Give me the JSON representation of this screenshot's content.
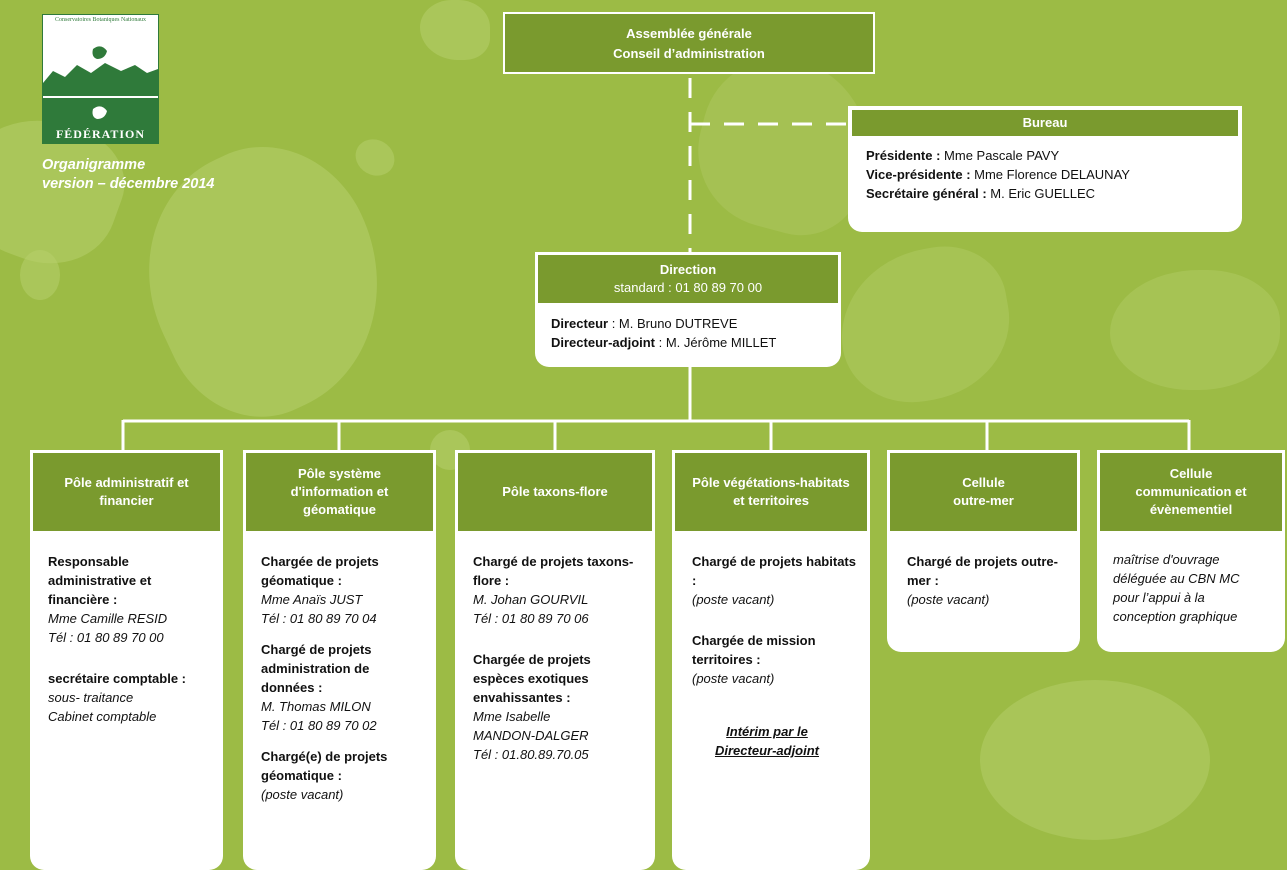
{
  "logo": {
    "top_text": "Conservatoires Botaniques Nationaux",
    "bottom_text": "FÉDÉRATION"
  },
  "caption": {
    "line1": "Organigramme",
    "line2": "version  – décembre 2014"
  },
  "assemblee": {
    "line1": "Assemblée générale",
    "line2": "Conseil d’administration"
  },
  "bureau": {
    "title": "Bureau",
    "rows": [
      {
        "label": "Présidente :",
        "value": " Mme Pascale PAVY"
      },
      {
        "label": "Vice-présidente :",
        "value": " Mme Florence DELAUNAY"
      },
      {
        "label": "Secrétaire général :",
        "value": " M. Eric GUELLEC"
      }
    ]
  },
  "direction": {
    "title": "Direction",
    "standard": "standard : 01 80 89 70 00",
    "rows": [
      {
        "label": "Directeur",
        "value": " : M. Bruno DUTREVE"
      },
      {
        "label": "Directeur-adjoint",
        "value": " : M. Jérôme MILLET"
      }
    ]
  },
  "poles": [
    {
      "title": "Pôle administratif et financier"
    },
    {
      "title": "Pôle système d'information et géomatique"
    },
    {
      "title": "Pôle taxons-flore"
    },
    {
      "title": "Pôle végétations-habitats et territoires"
    },
    {
      "title": "Cellule outre-mer"
    },
    {
      "title": "Cellule communication et évènementiel"
    }
  ],
  "col1": {
    "role1": "Responsable administrative et financière :",
    "name1": "Mme Camille RESID",
    "tel1": "Tél : 01 80 89 70 00",
    "role2": "secrétaire comptable :",
    "name2a": "sous- traitance",
    "name2b": "Cabinet comptable"
  },
  "col2": {
    "role1": "Chargée de projets géomatique :",
    "name1": "Mme Anaïs JUST",
    "tel1": "Tél : 01 80 89 70 04",
    "role2": "Chargé de projets administration de données :",
    "name2": "M. Thomas MILON",
    "tel2": "Tél : 01 80 89 70 02",
    "role3": "Chargé(e) de projets géomatique :",
    "name3": "(poste vacant)"
  },
  "col3": {
    "role1": "Chargé de projets taxons-flore :",
    "name1": "M. Johan GOURVIL",
    "tel1": "Tél : 01 80 89 70 06",
    "role2": "Chargée de projets espèces exotiques envahissantes :",
    "name2a": "Mme Isabelle",
    "name2b": "MANDON-DALGER",
    "tel2": "Tél : 01.80.89.70.05"
  },
  "col4": {
    "role1": "Chargé de projets habitats :",
    "name1": "(poste vacant)",
    "role2": "Chargée de mission territoires :",
    "name2": "(poste vacant)",
    "interim1": "Intérim par le",
    "interim2": "Directeur-adjoint"
  },
  "col5": {
    "role1": "Chargé de projets outre-mer :",
    "name1": "(poste vacant)"
  },
  "col6": {
    "text": "maîtrise d'ouvrage déléguée au CBN MC pour l’appui à la conception graphique"
  }
}
